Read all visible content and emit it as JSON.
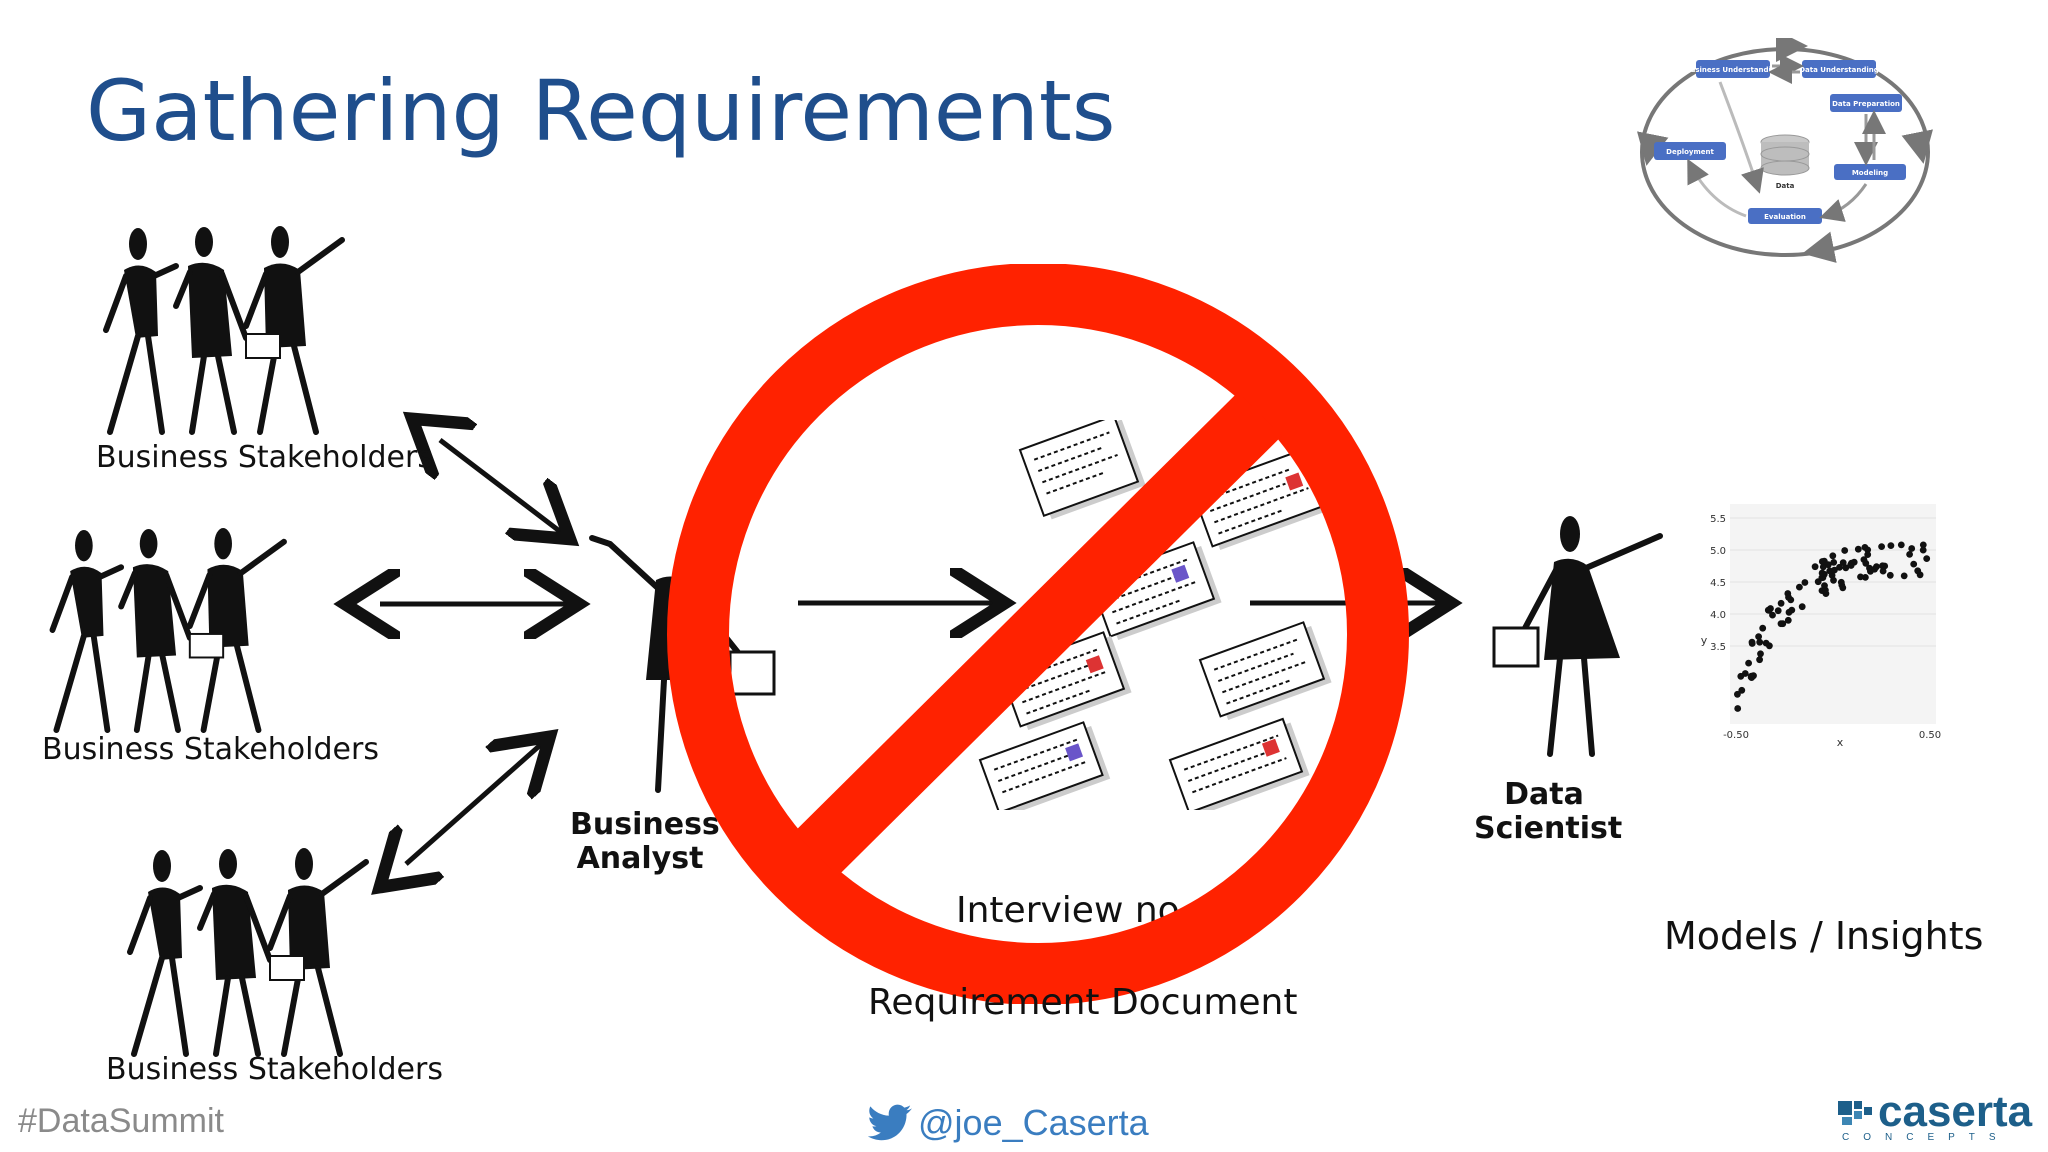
{
  "title": "Gathering Requirements",
  "stakeholders": [
    {
      "label": "Business Stakeholders"
    },
    {
      "label": "Business Stakeholders"
    },
    {
      "label": "Business Stakeholders"
    }
  ],
  "analyst": {
    "line1": "Business",
    "line2": "Analyst"
  },
  "scientist": {
    "line1": "Data",
    "line2": "Scientist"
  },
  "interview_notes": "Interview no",
  "requirement_document": "Requirement Document",
  "models_insights": "Models / Insights",
  "footer": {
    "hashtag": "#DataSummit",
    "twitter": "@joe_Caserta",
    "logo_main": "caserta",
    "logo_sub": "CONCEPTS"
  },
  "crisp_dm": {
    "business_understanding": "Business Understanding",
    "data_understanding": "Data Understanding",
    "data_preparation": "Data Preparation",
    "modeling": "Modeling",
    "evaluation": "Evaluation",
    "deployment": "Deployment",
    "data": "Data"
  },
  "scatter": {
    "yticks": [
      "5.5",
      "5.0",
      "4.5",
      "4.0",
      "3.5"
    ],
    "xticks": [
      "-0.50",
      "0.50"
    ],
    "xlabel": "x",
    "ylabel": "y"
  },
  "colors": {
    "title": "#1f4e8c",
    "prohibit": "#ff2200",
    "crisp_box": "#4a6fc4",
    "footer_gray": "#8a8a8a",
    "twitter": "#3a7dc0",
    "logo": "#1d5f8a"
  }
}
